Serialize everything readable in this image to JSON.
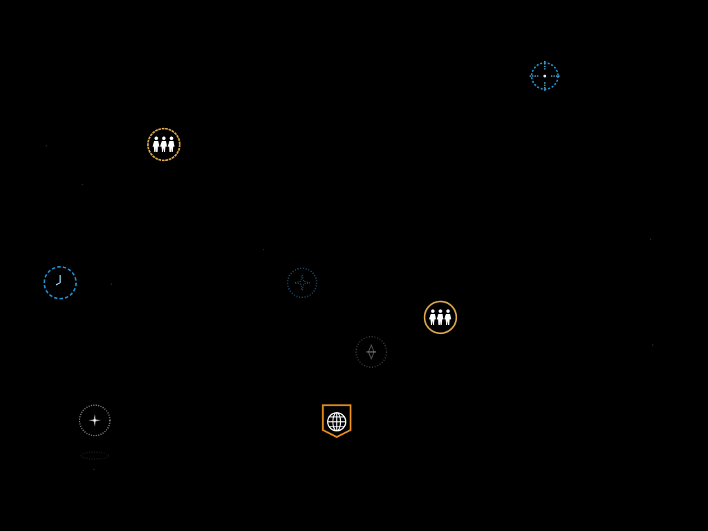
{
  "scene": {
    "background_color": "#000000"
  },
  "markers": [
    {
      "id": "crosshair-blue",
      "icon": "crosshair-icon",
      "color": "#1e90d0",
      "style": "dashed-ring"
    },
    {
      "id": "family-upper-left",
      "icon": "family-icon",
      "color": "#d4a24a",
      "style": "solid-ring"
    },
    {
      "id": "clock-blue",
      "icon": "clock-icon",
      "color": "#1e90d0",
      "style": "dashed-ring"
    },
    {
      "id": "sparkle-dim-center",
      "icon": "sparkle-icon",
      "color": "#1a4f6e",
      "style": "dotted-ring"
    },
    {
      "id": "family-center-right",
      "icon": "family-icon",
      "color": "#d4a24a",
      "style": "solid-ring"
    },
    {
      "id": "compass-dim",
      "icon": "compass-icon",
      "color": "#3a3a3a",
      "style": "dotted-ring"
    },
    {
      "id": "sparkle-white-lower-left",
      "icon": "sparkle-icon",
      "color": "#7a7a7a",
      "style": "dotted-ring"
    },
    {
      "id": "globe-shield",
      "icon": "globe-shield-icon",
      "color": "#e08a1c",
      "style": "shield"
    }
  ]
}
